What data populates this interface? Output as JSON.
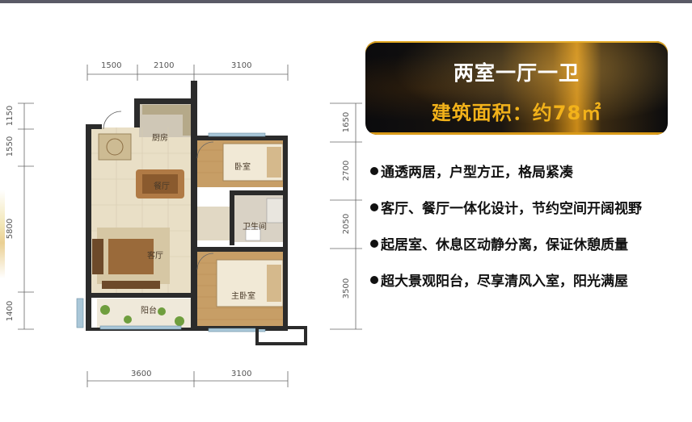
{
  "dimensions": {
    "top": [
      "1500",
      "2100",
      "3100"
    ],
    "bottom": [
      "3600",
      "3100"
    ],
    "left": [
      "1150",
      "1550",
      "5800",
      "1400"
    ],
    "right": [
      "1650",
      "2700",
      "2050",
      "3500"
    ]
  },
  "rooms": {
    "kitchen": "厨房",
    "dining": "餐厅",
    "living": "客厅",
    "balcony": "阳台",
    "bedroom": "卧室",
    "bathroom": "卫生间",
    "master_bedroom": "主卧室"
  },
  "plate": {
    "title": "两室一厅一卫",
    "area": "建筑面积：约78㎡"
  },
  "features": [
    "通透两居，户型方正，格局紧凑",
    "客厅、餐厅一体化设计，节约空间开阔视野",
    "起居室、休息区动静分离，保证休憩质量",
    "超大景观阳台，尽享清风入室，阳光满屋"
  ],
  "colors": {
    "accent": "#f2b21a",
    "plate_bg": "#0b0b0d",
    "wall": "#2b2b2b",
    "floor_tile": "#e7dcc4",
    "floor_wood": "#c9a06a"
  }
}
